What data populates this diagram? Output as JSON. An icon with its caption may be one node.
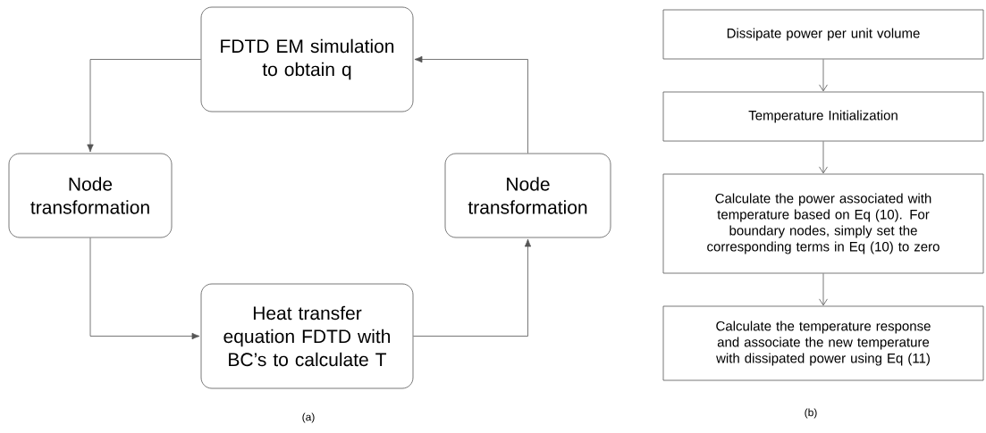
{
  "diagram": {
    "nodes": [
      {
        "text": [
          "FDTD EM simulation to obtain q"
        ]
      },
      {
        "text": [
          "Node transformation"
        ]
      },
      {
        "text": [
          "Node transformation"
        ]
      },
      {
        "text": [
          "Heat transfer equation FDTD with BC’s to calculate T"
        ]
      },
      {
        "text": [
          "Dissipate power per unit volume"
        ]
      },
      {
        "text": [
          "Temperature Initialization"
        ]
      },
      {
        "text": [
          "Calculate the power associated with temperature based on Eq (10). For boundary nodes, simply set the corresponding terms in Eq (10) to zero"
        ]
      },
      {
        "text": [
          "Calculate the temperature response and associate the new temperature with dissipated power using Eq (11)"
        ]
      }
    ],
    "edges": [
      {
        "from": 0,
        "to": 1,
        "arrow": "to"
      },
      {
        "from": 1,
        "to": 3,
        "arrow": "to"
      },
      {
        "from": 3,
        "to": 2,
        "arrow": "to"
      },
      {
        "from": 2,
        "to": 0,
        "arrow": "to"
      },
      {
        "from": 4,
        "to": 5,
        "arrow": "to"
      },
      {
        "from": 5,
        "to": 6,
        "arrow": "to"
      },
      {
        "from": 6,
        "to": 7,
        "arrow": "to"
      }
    ],
    "labels": [
      "(a)",
      "(b)"
    ]
  }
}
